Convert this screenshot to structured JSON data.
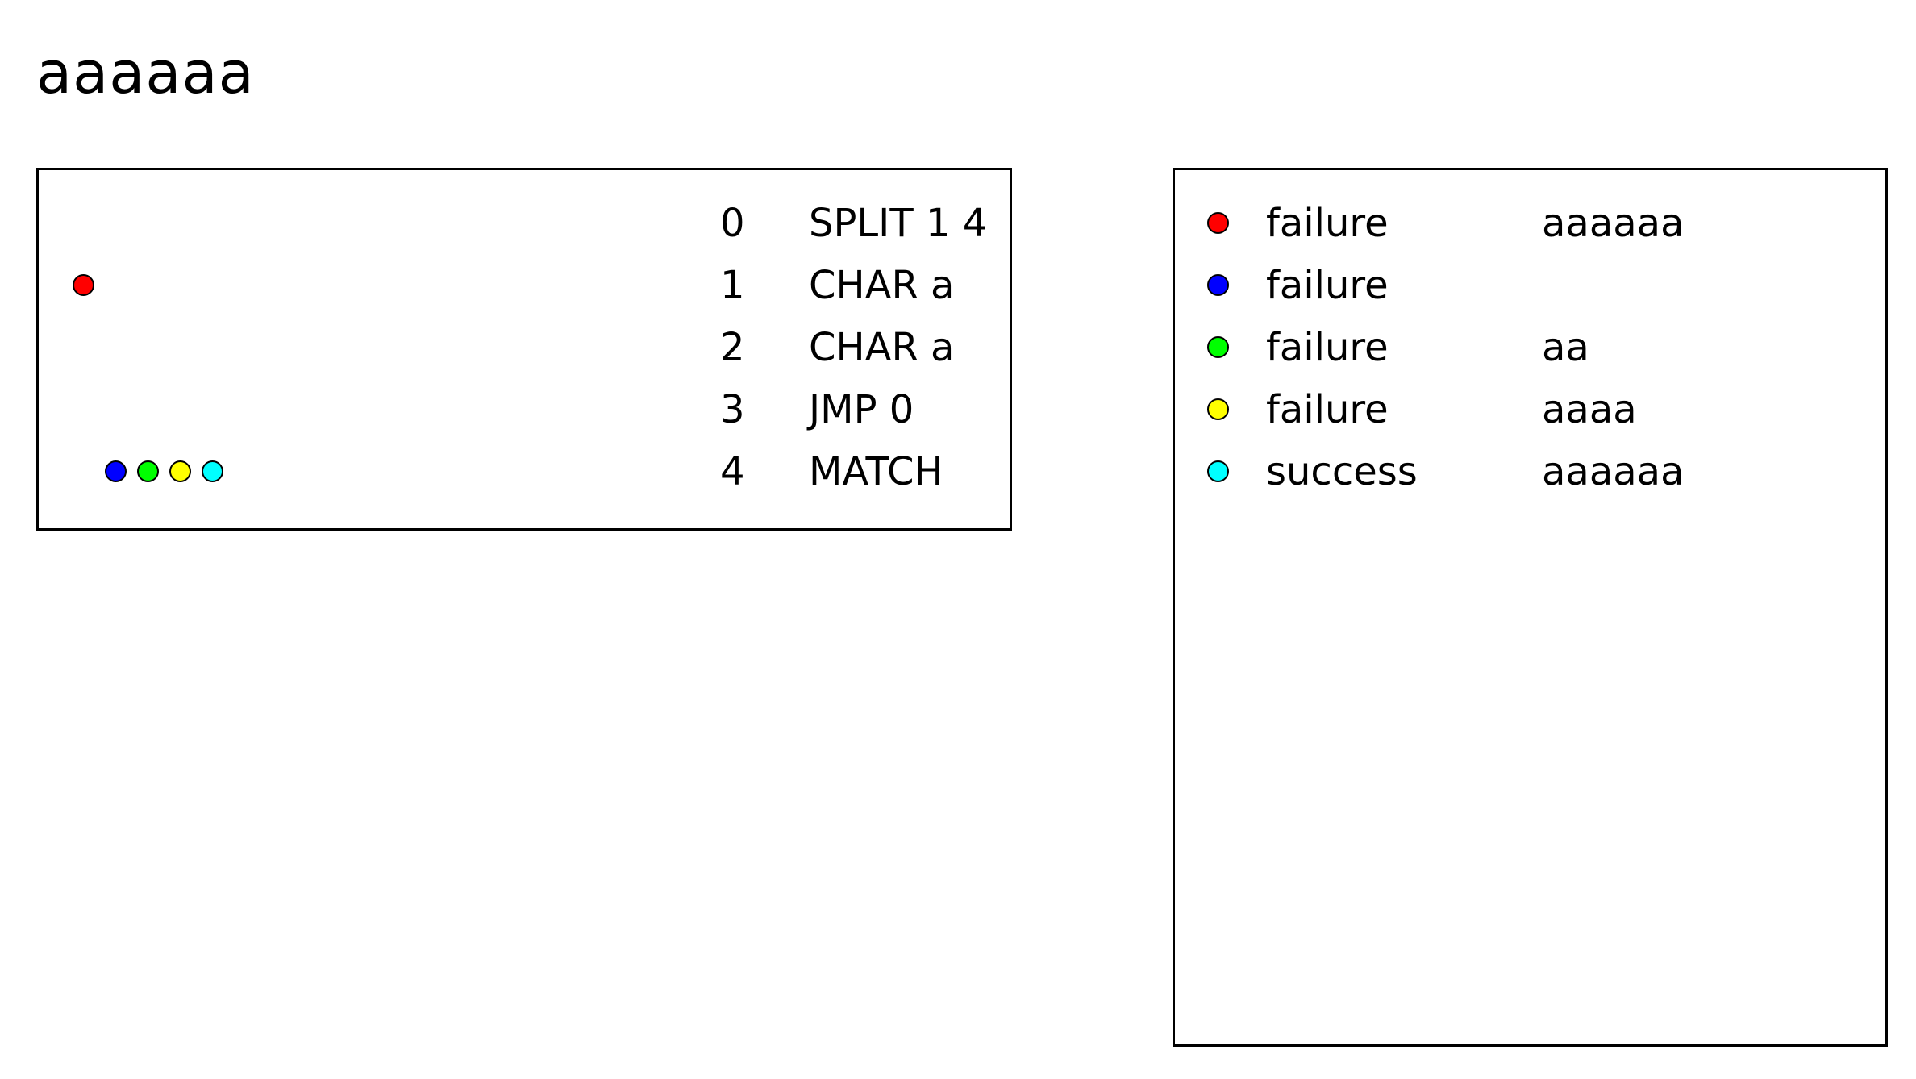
{
  "input_string": "aaaaaa",
  "program": {
    "instructions": [
      {
        "index": "0",
        "op": "SPLIT 1 4",
        "threads": []
      },
      {
        "index": "1",
        "op": "CHAR a",
        "threads": [
          "#ff0000"
        ]
      },
      {
        "index": "2",
        "op": "CHAR a",
        "threads": []
      },
      {
        "index": "3",
        "op": "JMP 0",
        "threads": []
      },
      {
        "index": "4",
        "op": "MATCH",
        "threads": [
          "#0000ff",
          "#00ff00",
          "#ffff00",
          "#00ffff"
        ]
      }
    ]
  },
  "threads": [
    {
      "color": "#ff0000",
      "status": "failure",
      "text": "aaaaaa"
    },
    {
      "color": "#0000ff",
      "status": "failure",
      "text": ""
    },
    {
      "color": "#00ff00",
      "status": "failure",
      "text": "aa"
    },
    {
      "color": "#ffff00",
      "status": "failure",
      "text": "aaaa"
    },
    {
      "color": "#00ffff",
      "status": "success",
      "text": "aaaaaa"
    }
  ]
}
